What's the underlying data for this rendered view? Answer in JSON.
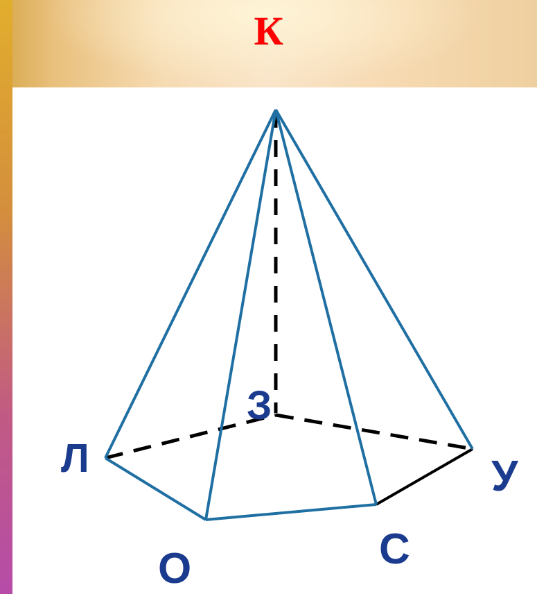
{
  "title": "К",
  "diagram": {
    "labels": {
      "apex": "",
      "center": "З",
      "left": "Л",
      "bottom_left": "О",
      "bottom_right": "С",
      "right": "У"
    },
    "colors": {
      "title": "#ff0000",
      "edges": "#1f6fa3",
      "hidden_edges": "#000000",
      "label_text": "#1b3b8f",
      "panel": "#ffffff"
    }
  }
}
